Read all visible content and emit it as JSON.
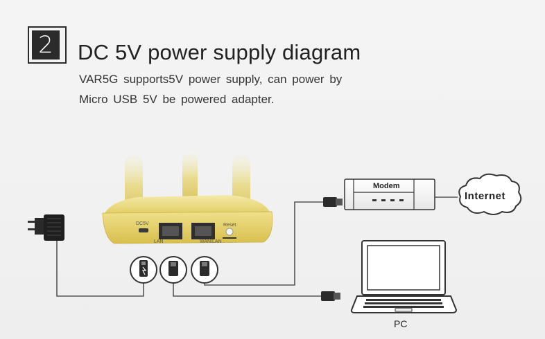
{
  "step": {
    "number": "2"
  },
  "title": "DC 5V power supply diagram",
  "description": {
    "line1": "VAR5G supports5V power supply, can power by",
    "line2": "Micro USB 5V be powered adapter."
  },
  "router_labels": {
    "dc": "DC5V",
    "lan": "LAN",
    "wan": "WAN/LAN",
    "reset": "Reset"
  },
  "modem_label": "Modem",
  "internet_label": "Internet",
  "pc_label": "PC",
  "colors": {
    "router_body": "#e8d67a",
    "router_top": "#f2e6a2",
    "antenna": "#e6d98c",
    "cable": "#555555",
    "text": "#222222"
  }
}
